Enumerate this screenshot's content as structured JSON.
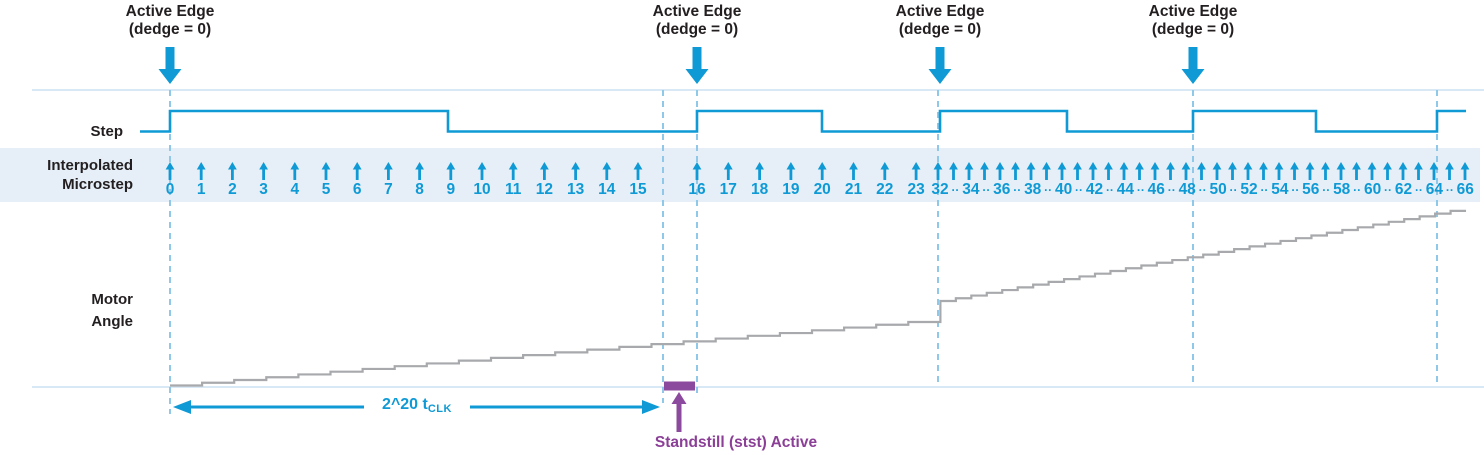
{
  "colors": {
    "blue": "#0f9ad5",
    "dashed_blue": "#8fc8e9",
    "band_bg": "#e6eff8",
    "hairline": "#d8e8f4",
    "gray": "#a7a9ac",
    "purple": "#8c4a9e",
    "purple_text": "#8b3f97",
    "text_dark": "#231f20"
  },
  "active_edge": {
    "line1": "Active Edge",
    "line2": "(dedge = 0)",
    "count": 4
  },
  "row_labels": {
    "step": "Step",
    "microstep_line1": "Interpolated",
    "microstep_line2": "Microstep",
    "motor_line1": "Motor",
    "motor_line2": "Angle"
  },
  "annotations": {
    "measure_main": "2^20 t",
    "measure_sub": "CLK",
    "standstill": "Standstill (stst) Active"
  },
  "chart_data": {
    "type": "timing-diagram",
    "rows": [
      "Step",
      "Interpolated Microstep",
      "Motor Angle"
    ],
    "step_signal": {
      "initial_level": "low",
      "rising_edges_at_microstep": [
        0,
        16,
        32,
        48,
        64
      ],
      "falling_edges_at_microstep": [
        9,
        20,
        40,
        56
      ]
    },
    "active_edge_at_microsteps": [
      0,
      16,
      32,
      48
    ],
    "microstep_groups": [
      {
        "labels": [
          "0",
          "1",
          "2",
          "3",
          "4",
          "5",
          "6",
          "7",
          "8",
          "9",
          "10",
          "11",
          "12",
          "13",
          "14",
          "15"
        ],
        "separator": "",
        "arrow_pitch": "wide"
      },
      {
        "labels": [
          "16",
          "17",
          "18",
          "19",
          "20",
          "21",
          "22",
          "23"
        ],
        "separator": "",
        "arrow_pitch": "wide"
      },
      {
        "labels": [
          "32",
          "34",
          "36",
          "38",
          "40",
          "42",
          "44",
          "46",
          "48",
          "50",
          "52",
          "54",
          "56",
          "58",
          "60",
          "62",
          "64",
          "66"
        ],
        "separator": "··",
        "arrow_pitch": "dense"
      }
    ],
    "motor_angle": {
      "shape": "staircase-ramp",
      "fine_steps_before_jump": 24,
      "jump_at_microstep": 32,
      "fine_steps_after_jump": 34
    },
    "standstill_marker_between_microsteps": [
      15,
      16
    ]
  }
}
